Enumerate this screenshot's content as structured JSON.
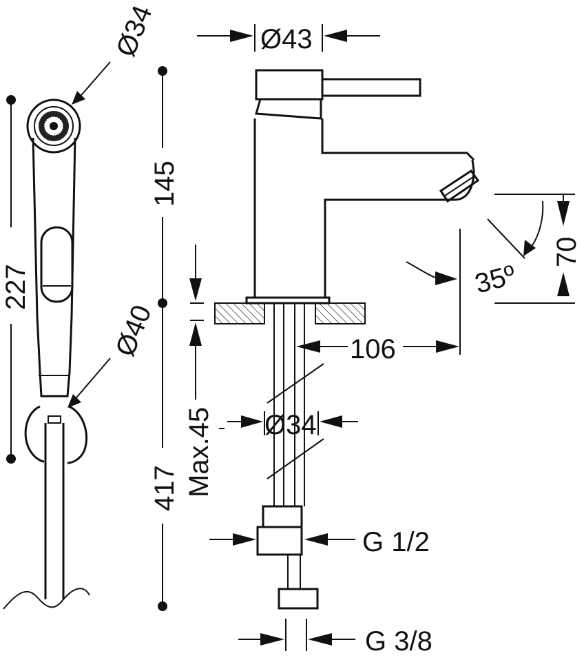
{
  "dimensions": {
    "hand_shower_diameter": "Ø34",
    "holder_diameter": "Ø40",
    "hand_shower_length": "227",
    "spout_height": "145",
    "total_height": "417",
    "max_deck_thickness": "Max.45",
    "body_diameter": "Ø43",
    "spout_reach": "106",
    "spout_outlet_height": "70",
    "spout_angle": "35º",
    "shank_diameter": "Ø34",
    "inlet_thread_1": "G 1/2",
    "inlet_thread_2": "G 3/8"
  },
  "colors": {
    "line": "#111111",
    "background": "#ffffff"
  }
}
